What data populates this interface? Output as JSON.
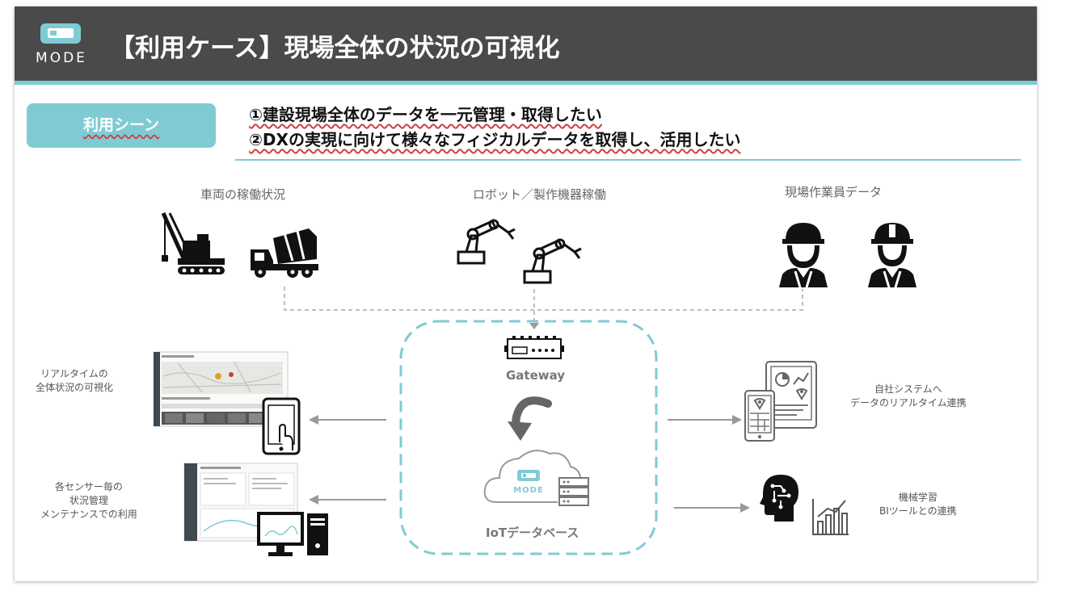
{
  "header": {
    "logo_text": "MODE",
    "title": "【利用ケース】現場全体の状況の可視化"
  },
  "scene": {
    "badge_label": "利用シーン",
    "purposes": [
      "①建設現場全体のデータを一元管理・取得したい",
      "②DXの実現に向けて様々なフィジカルデータを取得し、活用したい"
    ]
  },
  "sources": [
    {
      "label": "車両の稼働状況",
      "icons": [
        "crane-icon",
        "mixer-truck-icon"
      ]
    },
    {
      "label": "ロボット／製作機器稼働",
      "icons": [
        "robot-arm-icon",
        "robot-arm-icon"
      ]
    },
    {
      "label": "現場作業員データ",
      "icons": [
        "worker-female-icon",
        "worker-male-icon"
      ]
    }
  ],
  "center": {
    "gateway_label": "Gateway",
    "cloud_text": "MODE",
    "database_label": "IoTデータベース",
    "accent_color": "#7fcbd3"
  },
  "outputs_left": [
    {
      "lines": [
        "リアルタイムの",
        "全体状況の可視化"
      ],
      "icons": [
        "dashboard-screenshot",
        "tablet-touch-icon"
      ]
    },
    {
      "lines": [
        "各センサー毎の",
        "状況管理",
        "メンテナンスでの利用"
      ],
      "icons": [
        "dashboard-screenshot",
        "desktop-pc-icon"
      ]
    }
  ],
  "outputs_right": [
    {
      "lines": [
        "自社システムへ",
        "データのリアルタイム連携"
      ],
      "icons": [
        "tablet-map-icon",
        "tablet-chart-icon"
      ]
    },
    {
      "lines": [
        "機械学習",
        "BIツールとの連携"
      ],
      "icons": [
        "ai-head-icon",
        "bar-chart-icon"
      ]
    }
  ]
}
